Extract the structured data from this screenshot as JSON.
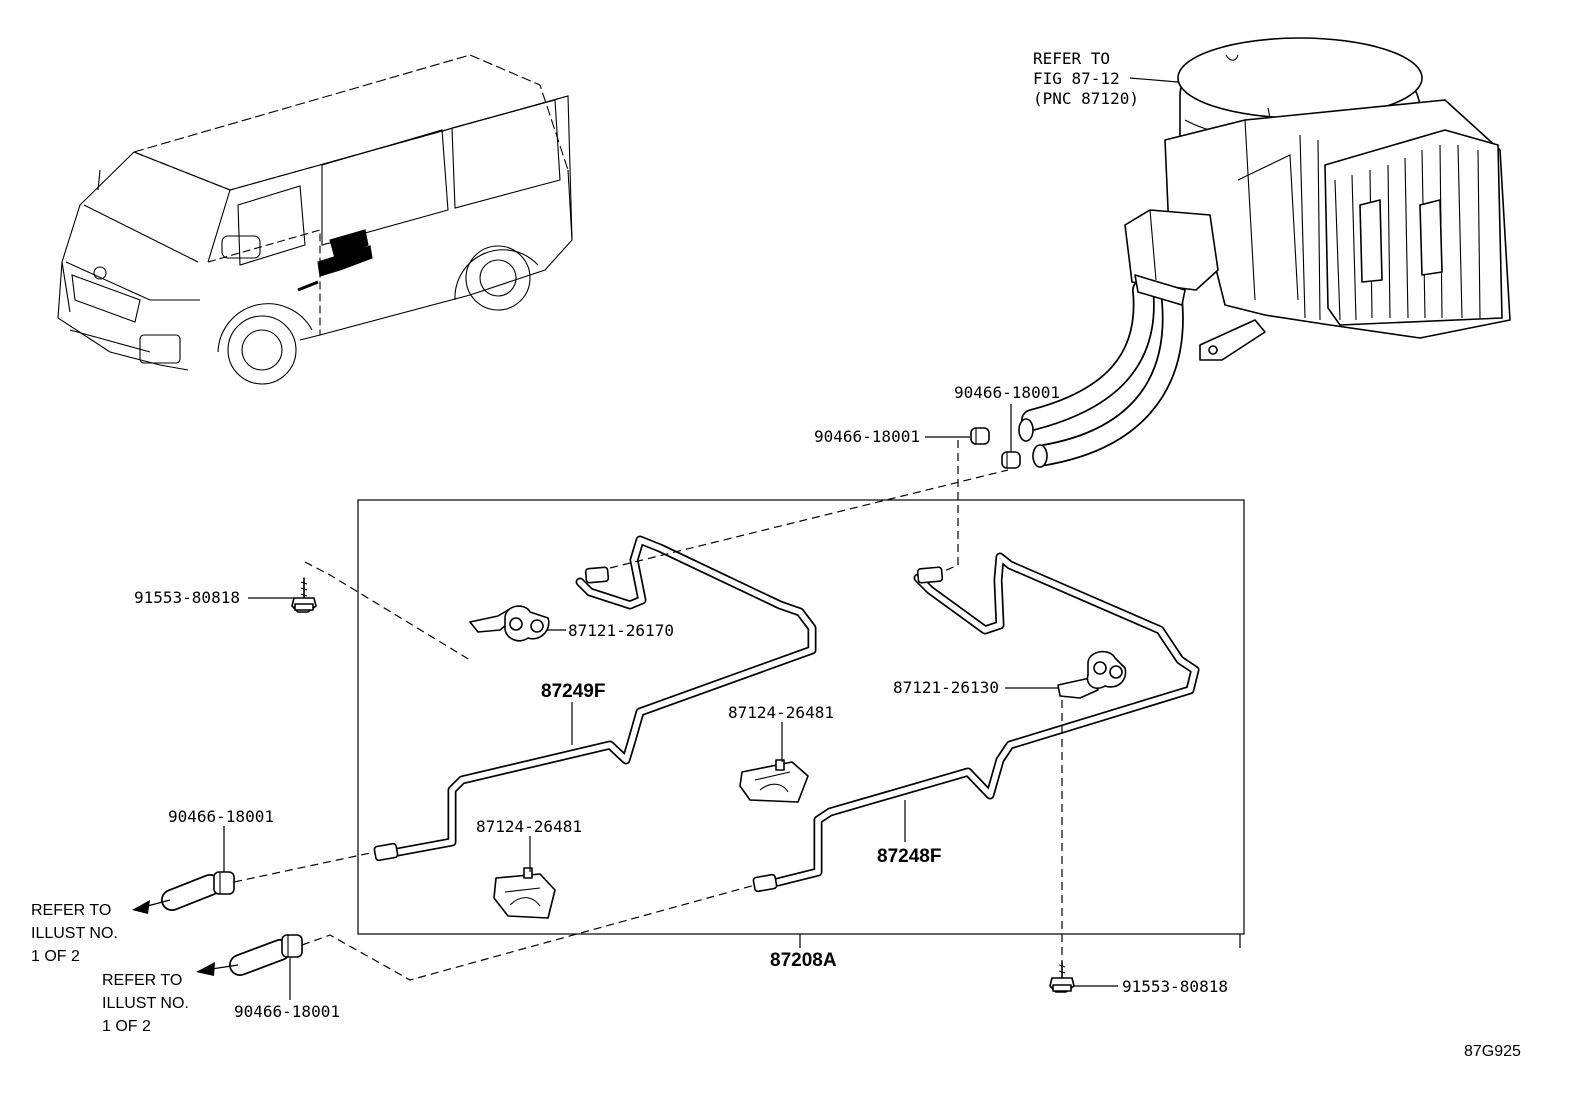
{
  "labels": {
    "refer_fig_line1": "REFER TO",
    "refer_fig_line2": "FIG 87-12",
    "refer_fig_line3": "(PNC 87120)",
    "clamp_top_right": "90466-18001",
    "clamp_top_left": "90466-18001",
    "bolt_left": "91553-80818",
    "clamp_bracket_left": "87121-26170",
    "pipe_left": "87249F",
    "clip_upper": "87124-26481",
    "clamp_bracket_right": "87121-26130",
    "clip_lower": "87124-26481",
    "pipe_right": "87248F",
    "clamp_bottom_upper": "90466-18001",
    "clamp_bottom_lower": "90466-18001",
    "refer_illust_a_line1": "REFER TO",
    "refer_illust_a_line2": "ILLUST NO.",
    "refer_illust_a_line3": "1 OF 2",
    "refer_illust_b_line1": "REFER TO",
    "refer_illust_b_line2": "ILLUST NO.",
    "refer_illust_b_line3": "1 OF 2",
    "assembly": "87208A",
    "bolt_right": "91553-80818",
    "figure_code": "87G925"
  }
}
